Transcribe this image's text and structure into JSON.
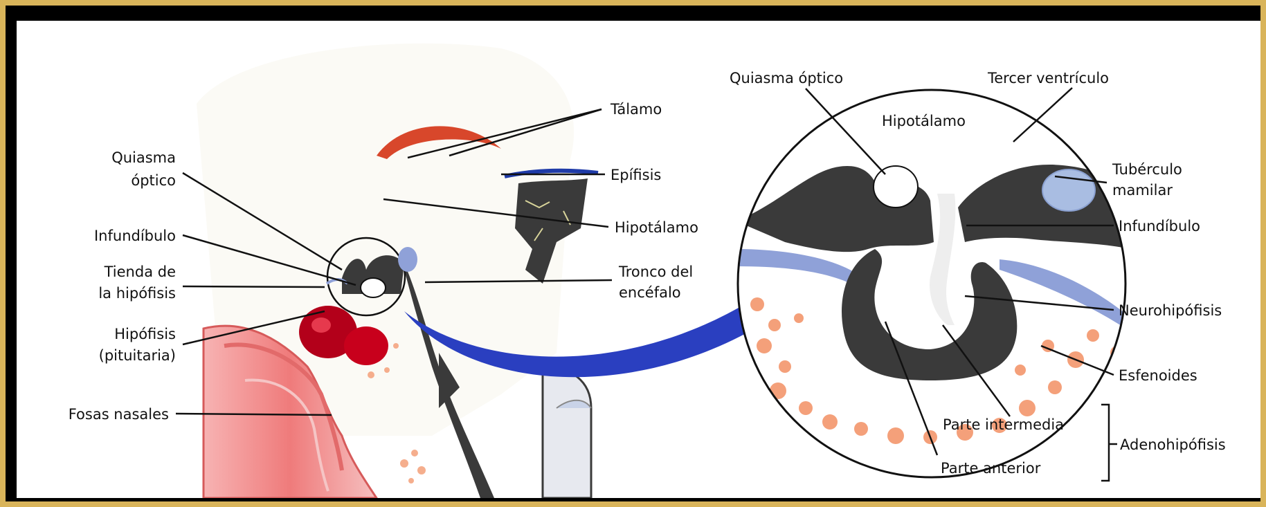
{
  "left_panel": {
    "labels": {
      "talamo": "Tálamo",
      "epifisis": "Epífisis",
      "hipotalamo": "Hipotálamo",
      "tronco_line1": "Tronco del",
      "tronco_line2": "encéfalo",
      "quiasma_line1": "Quiasma",
      "quiasma_line2": "óptico",
      "infundibulo": "Infundíbulo",
      "tienda_line1": "Tienda de",
      "tienda_line2": "la hipófisis",
      "hipofisis_line1": "Hipófisis",
      "hipofisis_line2": "(pituitaria)",
      "fosas": "Fosas nasales"
    }
  },
  "right_panel": {
    "labels": {
      "quiasma": "Quiasma óptico",
      "tercer": "Tercer ventrículo",
      "hipotalamo": "Hipotálamo",
      "tuberculo_line1": "Tubérculo",
      "tuberculo_line2": "mamilar",
      "infundibulo": "Infundíbulo",
      "neurohipofisis": "Neurohipófisis",
      "esfenoides": "Esfenoides",
      "parte_intermedia": "Parte intermedia",
      "parte_anterior": "Parte anterior",
      "adenohipofisis": "Adenohipófisis"
    }
  },
  "colors": {
    "frame": "#d9b45a",
    "thalamus": "#d8472b",
    "pineal": "#1f3ba8",
    "arrow": "#2a3fc0",
    "pituitary": "#c0001a",
    "nasal": "#f08a8a",
    "bone": "#f4a07a",
    "tissue": "#3a3a3a",
    "tent": "#8fa1d8"
  }
}
